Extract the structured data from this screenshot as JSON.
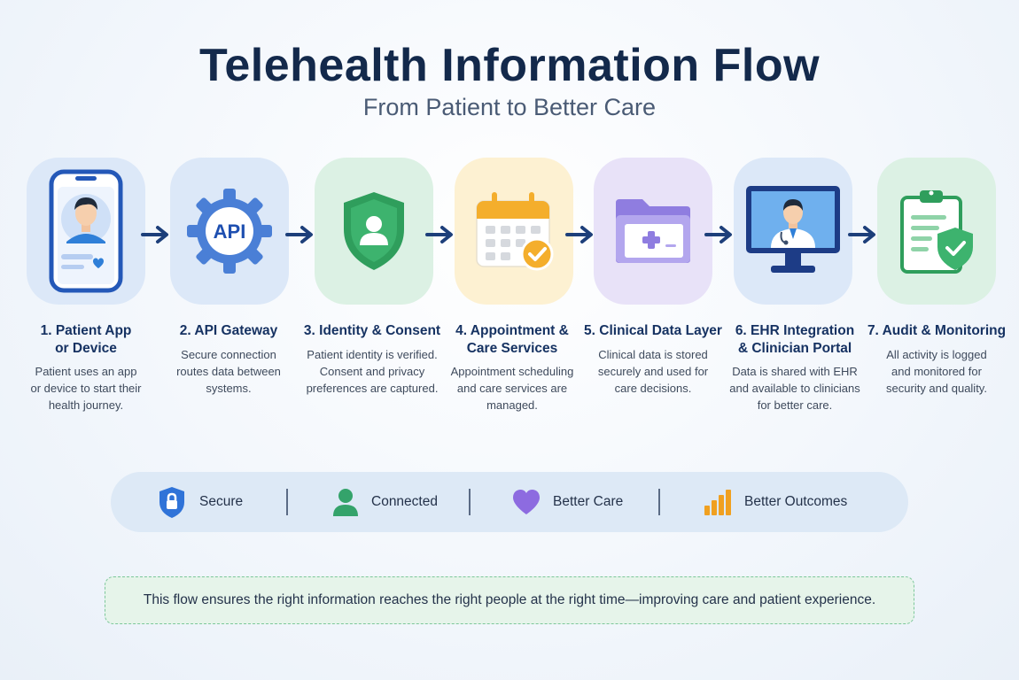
{
  "title": "Telehealth Information Flow",
  "subtitle": "From Patient to Better Care",
  "steps": [
    {
      "title": "1. Patient App or Device",
      "title_lines": [
        "1. Patient App",
        "or Device"
      ],
      "desc_lines": [
        "Patient uses an app",
        "or device to start their",
        "health journey."
      ],
      "icon": "smartphone-patient-icon"
    },
    {
      "title": "2. API Gateway",
      "title_lines": [
        "2. API Gateway"
      ],
      "desc_lines": [
        "Secure connection",
        "routes data between",
        "systems."
      ],
      "icon": "api-gear-icon",
      "icon_text": "API"
    },
    {
      "title": "3. Identity & Consent",
      "title_lines": [
        "3. Identity & Consent"
      ],
      "desc_lines": [
        "Patient identity is verified.",
        "Consent and privacy",
        "preferences are captured."
      ],
      "icon": "shield-user-icon"
    },
    {
      "title": "4. Appointment & Care Services",
      "title_lines": [
        "4. Appointment &",
        "Care Services"
      ],
      "desc_lines": [
        "Appointment scheduling",
        "and care services are",
        "managed."
      ],
      "icon": "calendar-check-icon"
    },
    {
      "title": "5. Clinical Data Layer",
      "title_lines": [
        "5. Clinical Data Layer"
      ],
      "desc_lines": [
        "Clinical data is stored",
        "securely and used for",
        "care decisions."
      ],
      "icon": "medical-folder-icon"
    },
    {
      "title": "6. EHR Integration & Clinician Portal",
      "title_lines": [
        "6. EHR Integration",
        "& Clinician Portal"
      ],
      "desc_lines": [
        "Data is shared with EHR",
        "and available to clinicians",
        "for better care."
      ],
      "icon": "clinician-monitor-icon"
    },
    {
      "title": "7. Audit & Monitoring",
      "title_lines": [
        "7. Audit & Monitoring"
      ],
      "desc_lines": [
        "All activity is logged",
        "and monitored for",
        "security and quality."
      ],
      "icon": "clipboard-shield-icon"
    }
  ],
  "benefits": [
    {
      "label": "Secure",
      "icon": "lock-shield-icon",
      "color": "#2f73d8"
    },
    {
      "label": "Connected",
      "icon": "person-icon",
      "color": "#34a36b"
    },
    {
      "label": "Better Care",
      "icon": "heart-icon",
      "color": "#8d6be0"
    },
    {
      "label": "Better Outcomes",
      "icon": "bar-chart-icon",
      "color": "#f0a020"
    }
  ],
  "footer": "This flow ensures the right information reaches the right people at the right time—improving care and patient experience.",
  "colors": {
    "title": "#13294b",
    "arrow": "#1d3f7a",
    "tile_blue": "#dce8f8",
    "tile_green": "#dcf1e4",
    "tile_yellow": "#fdf1d2",
    "tile_purple": "#e8e2f8",
    "footer_border": "#7cc79a"
  }
}
